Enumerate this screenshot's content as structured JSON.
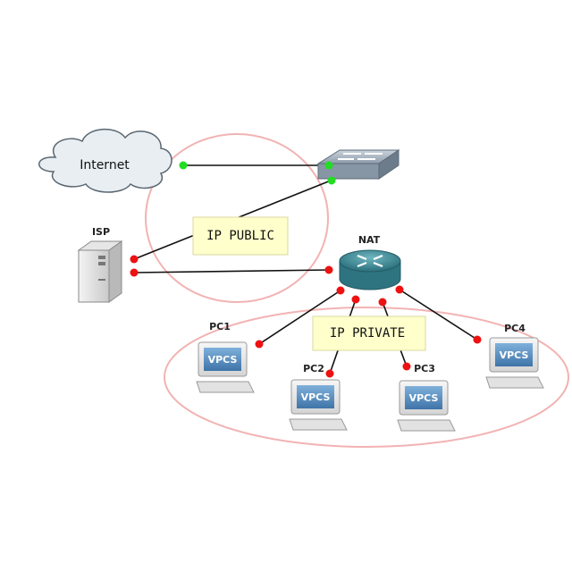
{
  "nodes": {
    "internet": {
      "label": "Internet"
    },
    "isp": {
      "label": "ISP"
    },
    "nat": {
      "label": "NAT"
    },
    "pc1": {
      "label": "PC1",
      "screen_text": "VPCS"
    },
    "pc2": {
      "label": "PC2",
      "screen_text": "VPCS"
    },
    "pc3": {
      "label": "PC3",
      "screen_text": "VPCS"
    },
    "pc4": {
      "label": "PC4",
      "screen_text": "VPCS"
    }
  },
  "notes": {
    "public": "IP PUBLIC",
    "private": "IP PRIVATE"
  },
  "colors": {
    "link": "#111111",
    "port_up": "#22dd22",
    "port_down": "#ee1111",
    "zone_outline": "#f2b3b3",
    "note_fill": "#ffffcc",
    "router": "#3f8f9a",
    "switch": "#9aa9b8",
    "cloud": "#e8eef2",
    "screen": "#5c8fc0"
  }
}
